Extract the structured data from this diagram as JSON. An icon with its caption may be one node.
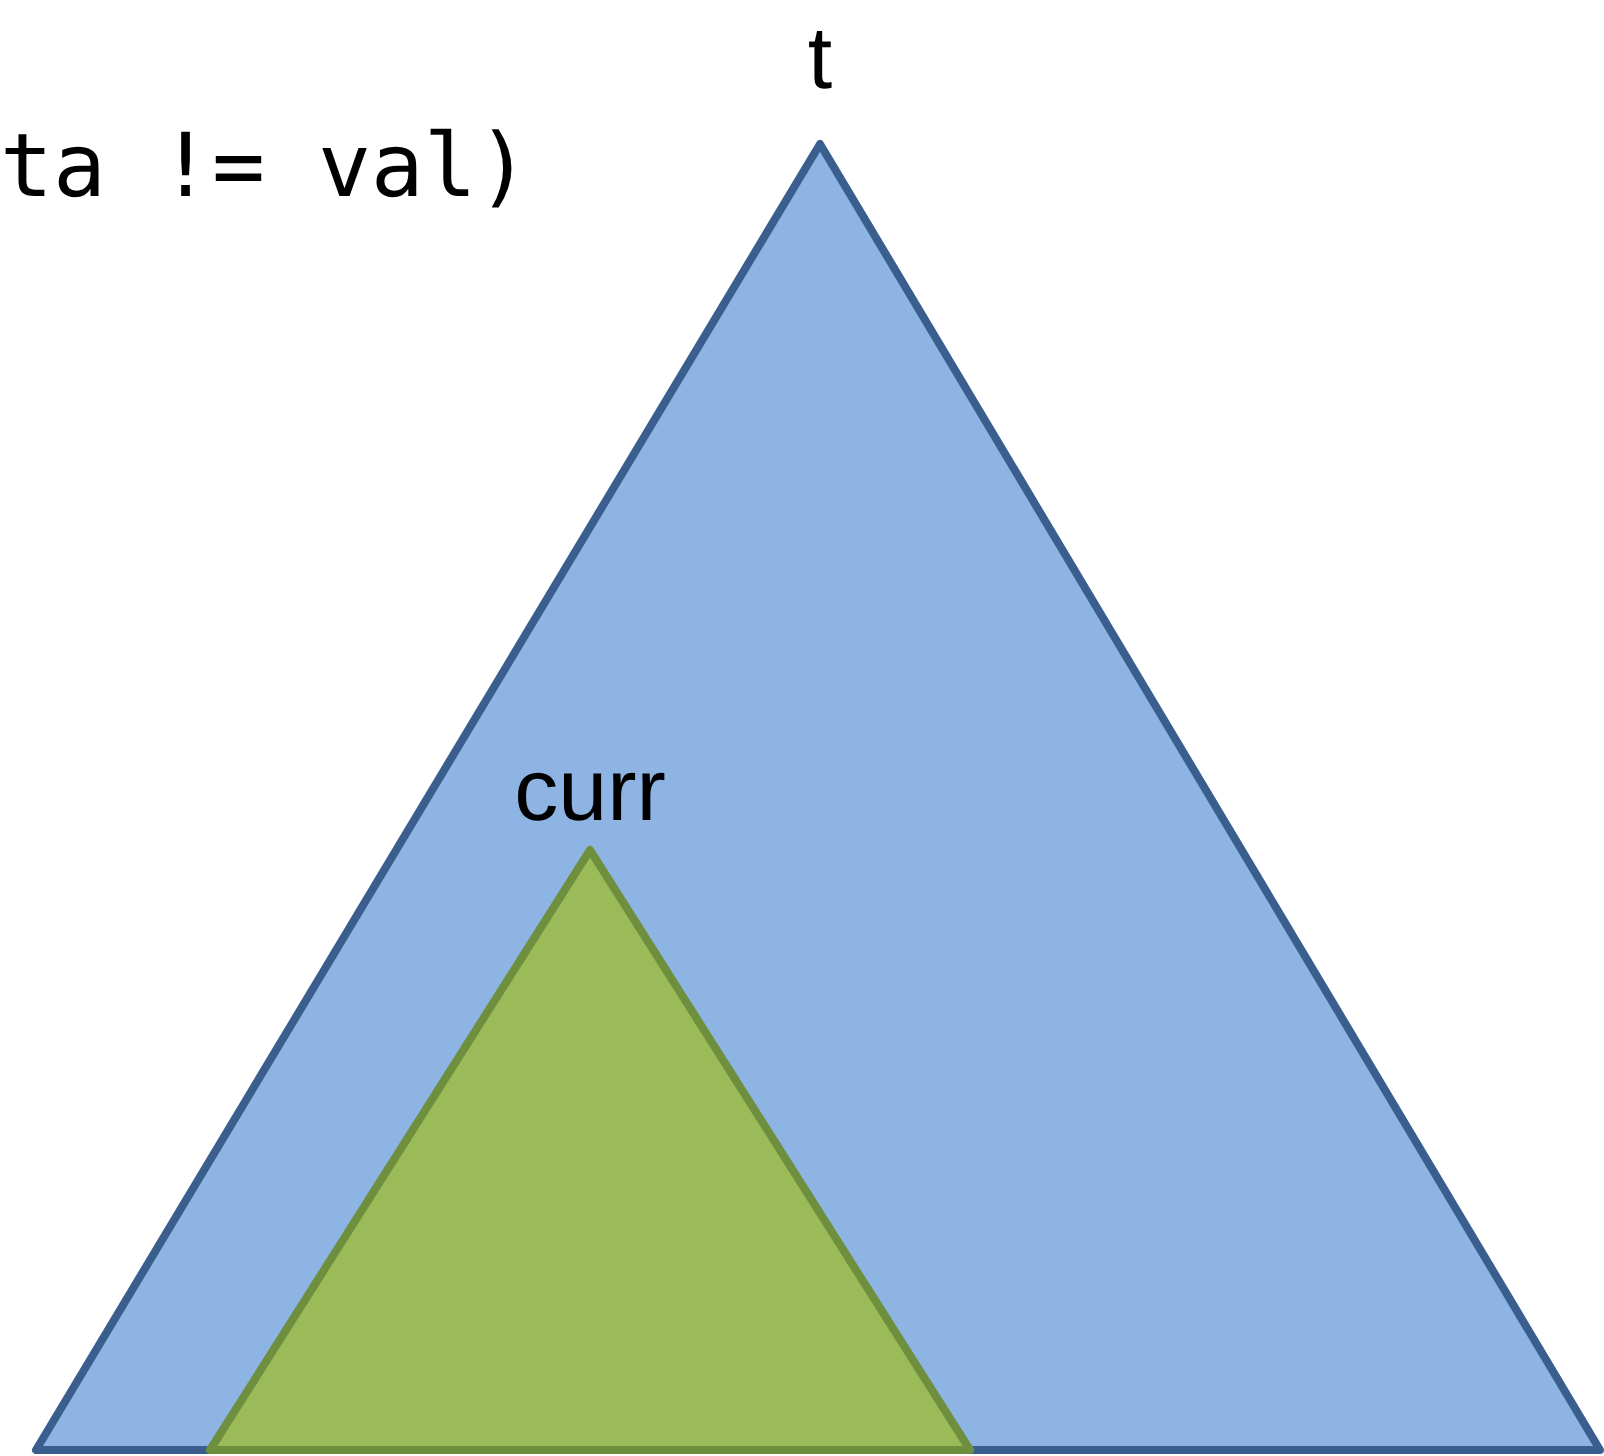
{
  "diagram": {
    "nodes": [
      {
        "text": [
          "t"
        ]
      },
      {
        "text": [
          "curr"
        ],
        "in": 0
      }
    ],
    "labels": [
      "ta != val)"
    ]
  }
}
